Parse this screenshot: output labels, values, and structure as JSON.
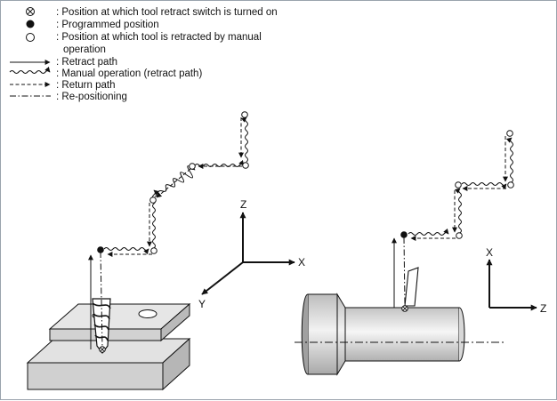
{
  "legend": [
    {
      "symbol": "retract-switch-circle",
      "text": ": Position at which tool retract switch is turned on"
    },
    {
      "symbol": "programmed-dot",
      "text": ": Programmed position"
    },
    {
      "symbol": "manual-circle",
      "text": ": Position at which tool is retracted by manual"
    },
    {
      "symbol": "none",
      "text": "operation"
    },
    {
      "symbol": "solid-arrow",
      "text": ": Retract path"
    },
    {
      "symbol": "wavy-arrow",
      "text": ": Manual operation (retract path)"
    },
    {
      "symbol": "dashed-arrow",
      "text": ": Return path"
    },
    {
      "symbol": "dash-dot-line",
      "text": ": Re-positioning"
    }
  ],
  "milling_axes": {
    "z": "Z",
    "x": "X",
    "y": "Y"
  },
  "lathe_axes": {
    "x": "X",
    "z": "Z"
  },
  "colors": {
    "line": "#111111",
    "block_top": "#e4e4e4",
    "block_front": "#cfcfcf",
    "block_side": "#b9b9b9"
  }
}
